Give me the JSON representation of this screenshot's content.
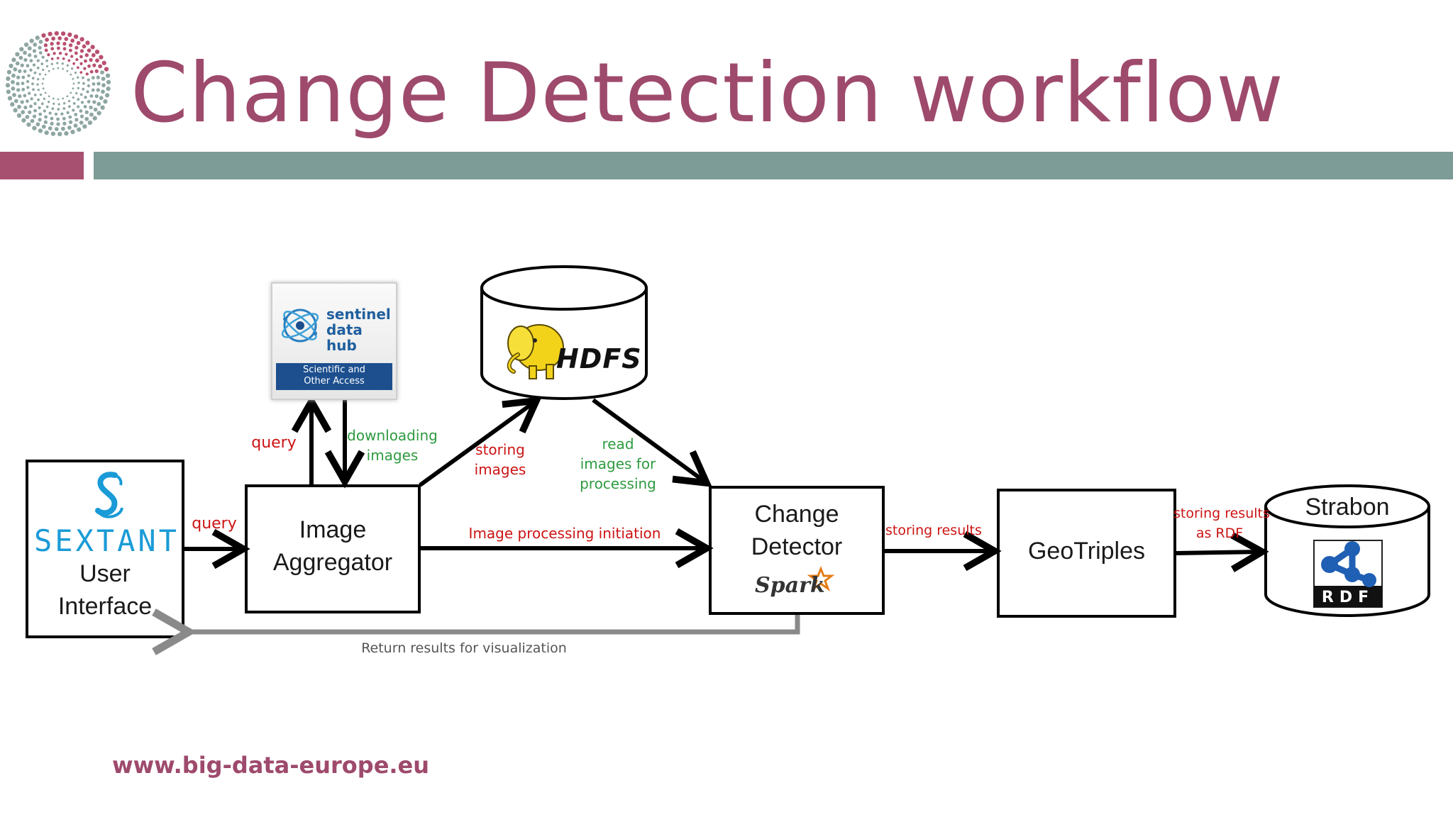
{
  "slide": {
    "title": "Change Detection workflow",
    "footer_url": "www.big-data-europe.eu",
    "colors": {
      "accent_pink": "#a8506f",
      "accent_teal": "#7d9b97",
      "title": "#9e4a6c"
    }
  },
  "nodes": {
    "sextant": {
      "logo_word": "SEXTANT",
      "label_line1": "User",
      "label_line2": "Interface"
    },
    "image_aggregator": {
      "label_line1": "Image",
      "label_line2": "Aggregator"
    },
    "sentinel": {
      "name_line1": "sentinel",
      "name_line2": "data hub",
      "subtitle_line1": "Scientific and",
      "subtitle_line2": "Other Access"
    },
    "hdfs": {
      "logo_word": "HDFS"
    },
    "change_detector": {
      "label_line1": "Change",
      "label_line2": "Detector",
      "logo_word": "Spark"
    },
    "geotriples": {
      "label": "GeoTriples"
    },
    "strabon": {
      "label": "Strabon",
      "logo_word": "RDF"
    }
  },
  "edges": {
    "ui_to_aggregator": "query",
    "aggregator_to_sentinel": "query",
    "sentinel_to_aggregator_line1": "downloading",
    "sentinel_to_aggregator_line2": "images",
    "aggregator_to_hdfs_line1": "storing",
    "aggregator_to_hdfs_line2": "images",
    "hdfs_to_detector_line1": "read",
    "hdfs_to_detector_line2": "images for",
    "hdfs_to_detector_line3": "processing",
    "aggregator_to_detector": "Image processing initiation",
    "detector_to_geotriples": "storing results",
    "geotriples_to_strabon_line1": "storing results",
    "geotriples_to_strabon_line2": "as RDF",
    "detector_to_ui": "Return results for visualization"
  }
}
